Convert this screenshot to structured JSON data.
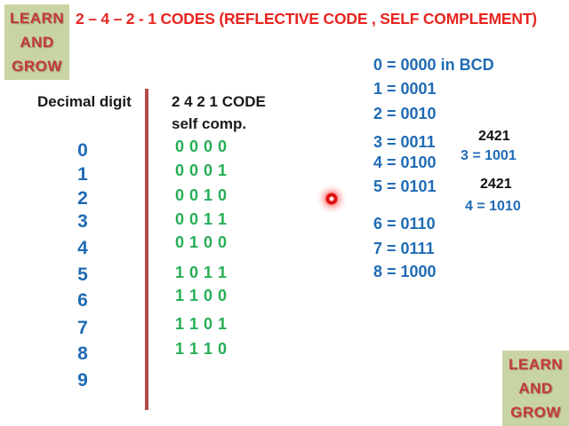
{
  "logo": {
    "line1": "LEARN",
    "line2": "AND",
    "line3": "GROW"
  },
  "title": "2 – 4 – 2 - 1 CODES (REFLECTIVE CODE , SELF COMPLEMENT)",
  "table": {
    "col1_header": "Decimal digit",
    "col2_header_line1": "2 4 2 1 CODE",
    "col2_header_line2": "self comp.",
    "digits": [
      "0",
      "1",
      "2",
      "3",
      "4",
      "5",
      "6",
      "7",
      "8",
      "9"
    ],
    "codes": [
      "0 0 0 0",
      "0 0 0 1",
      "0 0 1 0",
      "0 0 1 1",
      "0 1 0 0",
      "1 0 1 1",
      "1 1 0 0",
      "1 1 0 1",
      "1 1 1 0"
    ]
  },
  "bcd_list": {
    "lines": [
      "0 = 0000 in BCD",
      "1 = 0001",
      "2 = 0010",
      "3 = 0011",
      "4 = 0100",
      "5 = 0101",
      "6 = 0110",
      "7 = 0111",
      "8 = 1000"
    ]
  },
  "annotations": [
    {
      "label": "2421",
      "value": "3 = 1001"
    },
    {
      "label": "2421",
      "value": "4 = 1010"
    }
  ],
  "colors": {
    "title_red": "#e8251f",
    "digit_blue": "#1f6bb5",
    "code_green": "#27ae55",
    "divider_red": "#b34b4b",
    "logo_background": "#c9d4a3",
    "logo_text": "#c23b3b",
    "header_black": "#1a1a1a"
  }
}
